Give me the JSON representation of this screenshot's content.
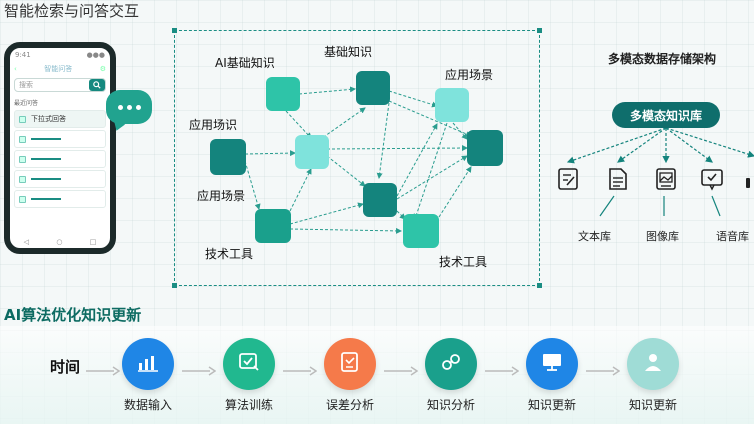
{
  "header": {
    "title": "智能检索与问答交互"
  },
  "phone": {
    "status_left": "9:41",
    "status_right": "●●●",
    "header_left": "‹",
    "header_center": "智能问答",
    "search_placeholder": "搜索",
    "section_label": "最近问答",
    "first_item": "下拉式回答",
    "bottom_items": [
      "◁",
      "○",
      "□"
    ]
  },
  "graph": {
    "labels": [
      "AI基础知识",
      "基础知识",
      "应用场景",
      "应用场识",
      "应用场景",
      "技术工具",
      "技术工具"
    ],
    "colors": {
      "dark": "#14847d",
      "mid": "#2ec4a8",
      "light": "#7fe3dc",
      "edge": "#2a9d8f"
    }
  },
  "storage": {
    "title": "多模态数据存储架构",
    "root": "多模态知识库",
    "children": [
      "文本库",
      "图像库",
      "语音库"
    ]
  },
  "pipeline": {
    "title": "AI算法优化知识更新",
    "time_label": "时间",
    "steps": [
      {
        "label": "数据输入",
        "icon": "bar-chart-icon",
        "color": "#1f86e6"
      },
      {
        "label": "算法训练",
        "icon": "checklist-icon",
        "color": "#21b88f"
      },
      {
        "label": "误差分析",
        "icon": "error-doc-icon",
        "color": "#f57a4a"
      },
      {
        "label": "知识分析",
        "icon": "link-icon",
        "color": "#1aa08c"
      },
      {
        "label": "知识更新",
        "icon": "monitor-icon",
        "color": "#1f86e6"
      },
      {
        "label": "知识更新",
        "icon": "user-icon",
        "color": "#9fdcd6"
      }
    ]
  }
}
